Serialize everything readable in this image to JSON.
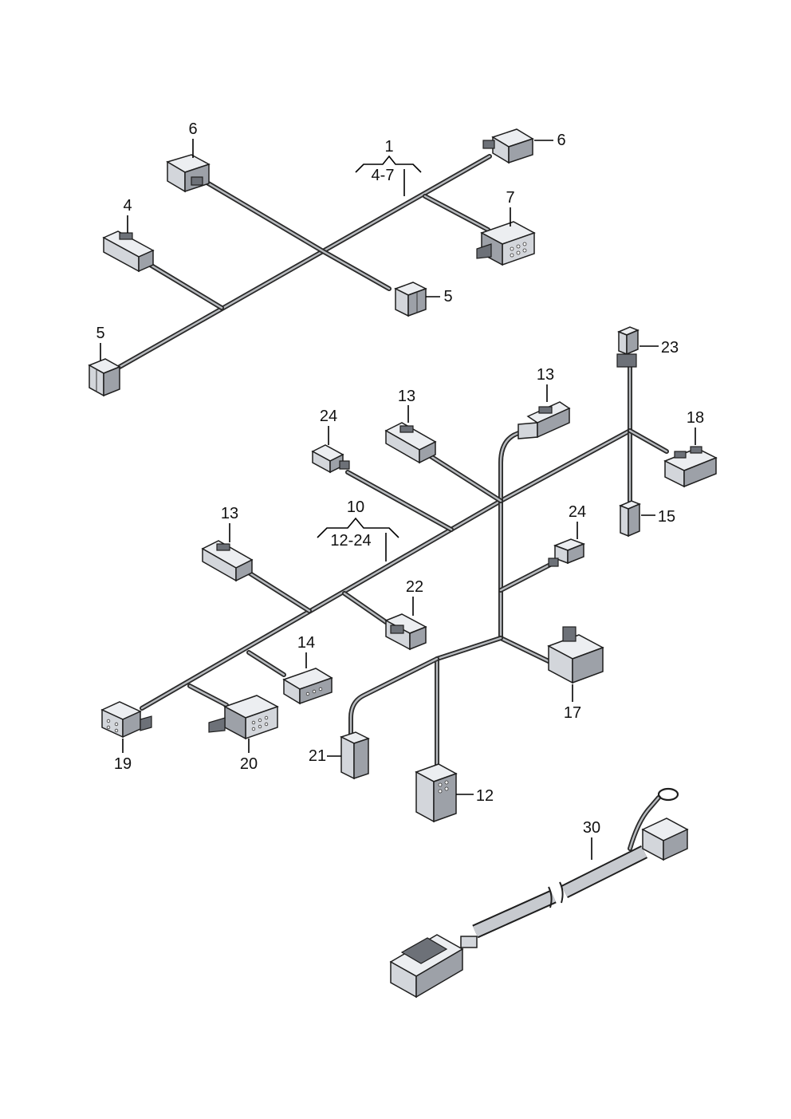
{
  "labels": {
    "harness_1": "1",
    "harness_1_range": "4-7",
    "c4": "4",
    "c5a": "5",
    "c5b": "5",
    "c6a": "6",
    "c6b": "6",
    "c7": "7",
    "harness_10": "10",
    "harness_10_range": "12-24",
    "c12": "12",
    "c13a": "13",
    "c13b": "13",
    "c13c": "13",
    "c14": "14",
    "c15": "15",
    "c17": "17",
    "c18": "18",
    "c19": "19",
    "c20": "20",
    "c21": "21",
    "c22": "22",
    "c23": "23",
    "c24a": "24",
    "c24b": "24",
    "c30": "30"
  },
  "colors": {
    "wire_outline": "#2b2b2b",
    "wire_fill": "#b9bcc0",
    "connector_light": "#d3d6db",
    "connector_shade": "#9da1a8",
    "text": "#111111"
  }
}
